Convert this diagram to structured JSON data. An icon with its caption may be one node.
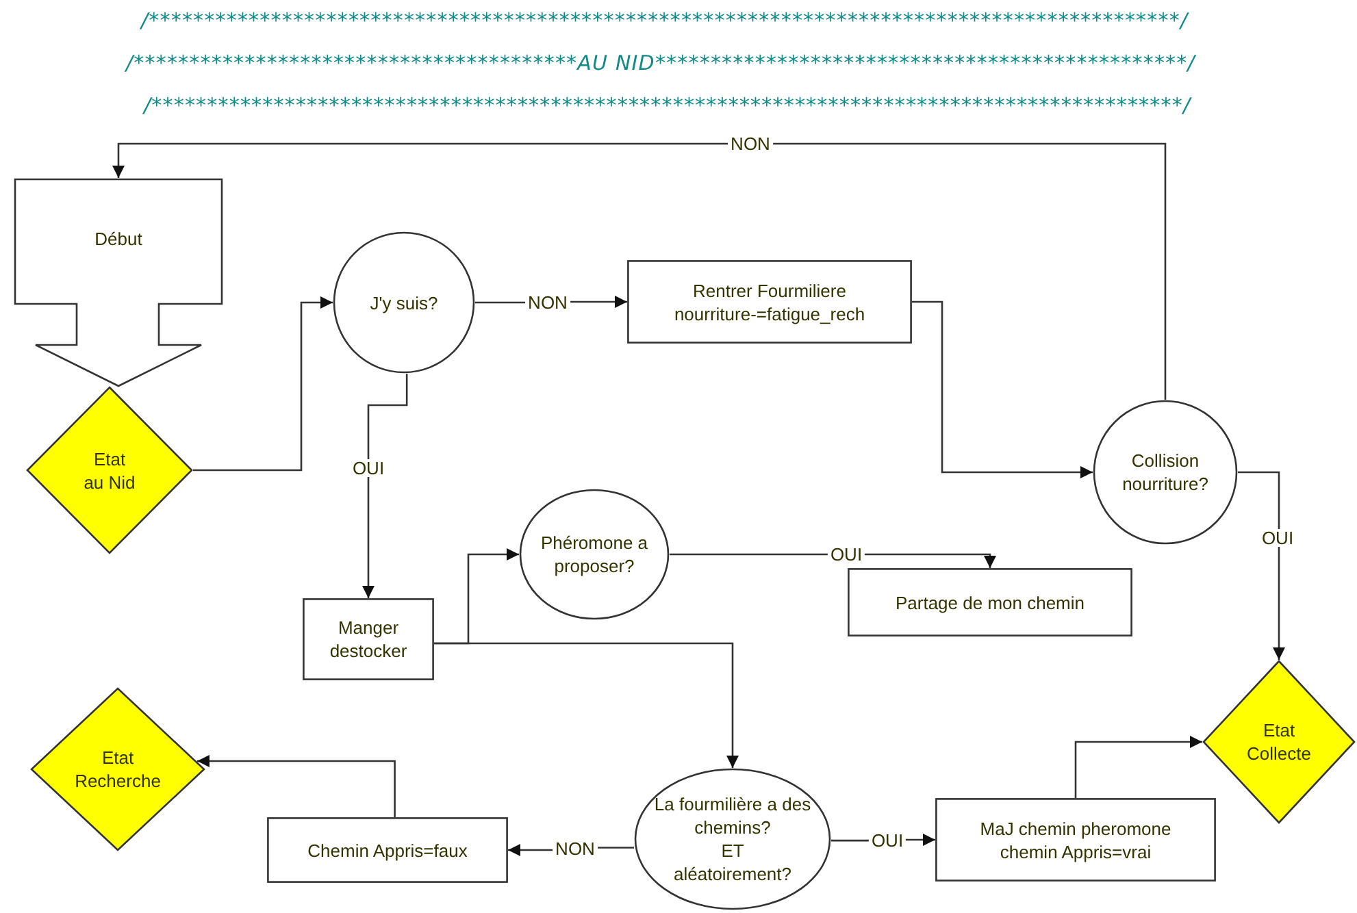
{
  "diagram": {
    "nodes": [
      {
        "text": [
          "Début"
        ]
      },
      {
        "text": [
          "Etat au Nid"
        ]
      },
      {
        "text": [
          "J'y suis?"
        ]
      },
      {
        "text": [
          "Rentrer Fourmiliere",
          "nourriture-=fatigue_rech"
        ]
      },
      {
        "text": [
          "Collision nourriture?"
        ]
      },
      {
        "text": [
          "Manger destocker"
        ]
      },
      {
        "text": [
          "Phéromone a proposer?"
        ]
      },
      {
        "text": [
          "Partage de mon chemin"
        ]
      },
      {
        "text": [
          "Etat Collecte"
        ]
      },
      {
        "text": [
          "Etat Recherche"
        ]
      },
      {
        "text": [
          "Chemin Appris=faux"
        ]
      },
      {
        "text": [
          "La fourmilière a des chemins?",
          "ET",
          "aléatoirement?"
        ]
      },
      {
        "text": [
          "MaJ chemin pheromone",
          "chemin Appris=vrai"
        ]
      }
    ],
    "edges": [
      {
        "from": 1,
        "to": 2,
        "arrow": "to"
      },
      {
        "from": 2,
        "to": 3,
        "arrow": "to",
        "label": "NON"
      },
      {
        "from": 3,
        "to": 4,
        "arrow": "to"
      },
      {
        "from": 4,
        "to": 0,
        "arrow": "to",
        "label": "NON"
      },
      {
        "from": 2,
        "to": 5,
        "arrow": "to",
        "label": "OUI"
      },
      {
        "from": 5,
        "to": 6,
        "arrow": "to"
      },
      {
        "from": 6,
        "to": 7,
        "arrow": "to",
        "label": "OUI"
      },
      {
        "from": 5,
        "to": 11,
        "arrow": "to"
      },
      {
        "from": 4,
        "to": 8,
        "arrow": "to",
        "label": "OUI"
      },
      {
        "from": 11,
        "to": 10,
        "arrow": "to",
        "label": "NON"
      },
      {
        "from": 10,
        "to": 9,
        "arrow": "to"
      },
      {
        "from": 11,
        "to": 12,
        "arrow": "to",
        "label": "OUI"
      },
      {
        "from": 12,
        "to": 8,
        "arrow": "to"
      }
    ],
    "labels": [
      "/*********************************************************************************************/",
      "/****************************************AU NID************************************************/",
      "/*********************************************************************************************/"
    ]
  }
}
